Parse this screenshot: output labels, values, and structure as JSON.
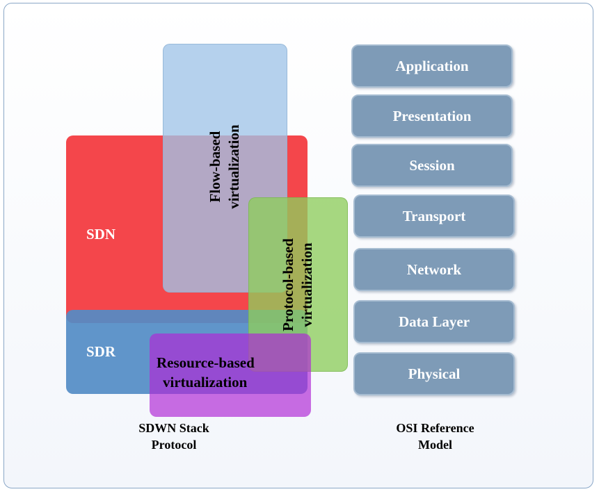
{
  "sdwn": {
    "sdn_label": "SDN",
    "sdr_label": "SDR",
    "flow_label": "Flow-based virtualization",
    "flow_line1": "Flow-based",
    "flow_line2": "virtualization",
    "protocol_label": "Protocol-based virtualization",
    "protocol_line1": "Protocol-based",
    "protocol_line2": "virtualization",
    "resource_line1": "Resource-based",
    "resource_line2": "virtualization",
    "caption_line1": "SDWN Stack",
    "caption_line2": "Protocol"
  },
  "osi": {
    "layers": [
      "Application",
      "Presentation",
      "Session",
      "Transport",
      "Network",
      "Data Layer",
      "Physical"
    ],
    "caption_line1": "OSI Reference",
    "caption_line2": "Model"
  },
  "colors": {
    "sdn": "#f4464b",
    "sdr": "#6193c6",
    "flow": "#a9c9e8",
    "protocol": "#9bd26e",
    "resource": "#b02ad6",
    "osi_layer": "#7e9bb7"
  }
}
